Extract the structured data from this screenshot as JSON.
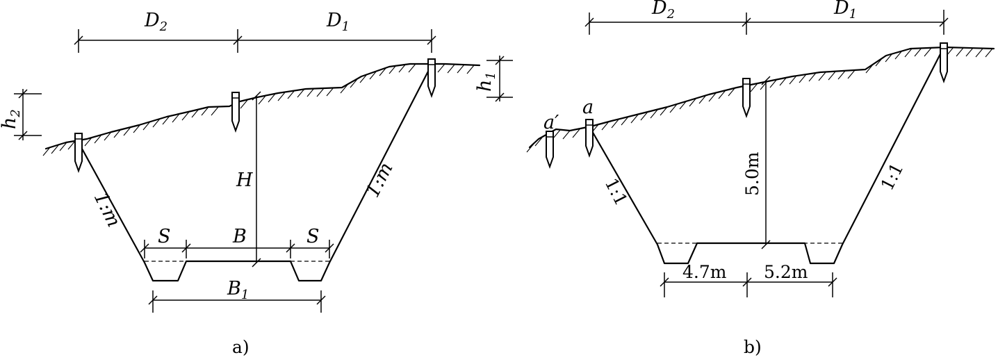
{
  "panel_a": {
    "caption": "a)",
    "labels": {
      "D2": {
        "main": "D",
        "sub": "2"
      },
      "D1": {
        "main": "D",
        "sub": "1"
      },
      "h1": {
        "main": "h",
        "sub": "1"
      },
      "h2": {
        "main": "h",
        "sub": "2"
      },
      "H": "H",
      "S_left": "S",
      "S_right": "S",
      "B": "B",
      "B1": {
        "main": "B",
        "sub": "1"
      },
      "slope_left": "1:m",
      "slope_right": "1:m"
    }
  },
  "panel_b": {
    "caption": "b)",
    "labels": {
      "D2": {
        "main": "D",
        "sub": "2"
      },
      "D1": {
        "main": "D",
        "sub": "1"
      },
      "a_prime": "a′",
      "a": "a",
      "height": "5.0m",
      "left_width": "4.7m",
      "right_width": "5.2m",
      "slope_left": "1:1",
      "slope_right": "1:1"
    }
  }
}
